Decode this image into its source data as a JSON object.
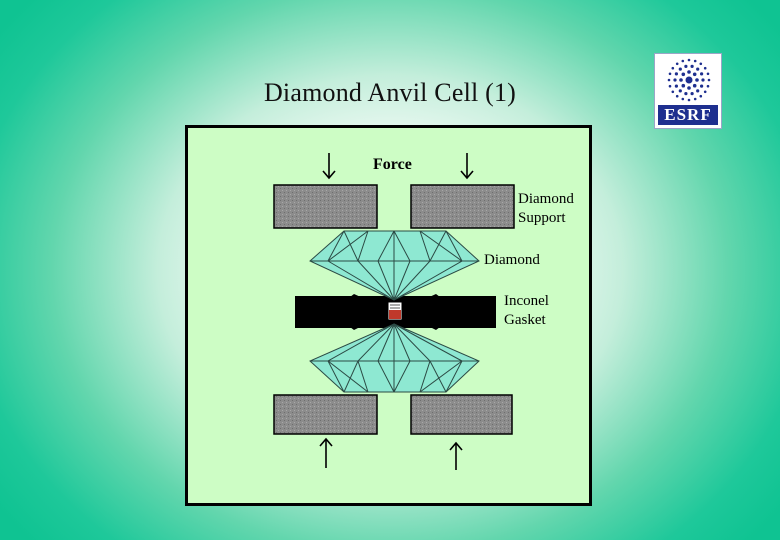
{
  "slide": {
    "title": "Diamond Anvil Cell (1)"
  },
  "logo": {
    "text": "ESRF",
    "color": "#1e2f8f"
  },
  "diagram": {
    "labels": {
      "force": "Force",
      "diamond_support": "Diamond\nSupport",
      "diamond": "Diamond",
      "gasket": "Inconel\nGasket"
    },
    "colors": {
      "background": "#cdfdc5",
      "diamond": "#8ee8d2",
      "support": "#8a8a8a",
      "gasket": "#000000",
      "sample": "#c0392b"
    }
  }
}
